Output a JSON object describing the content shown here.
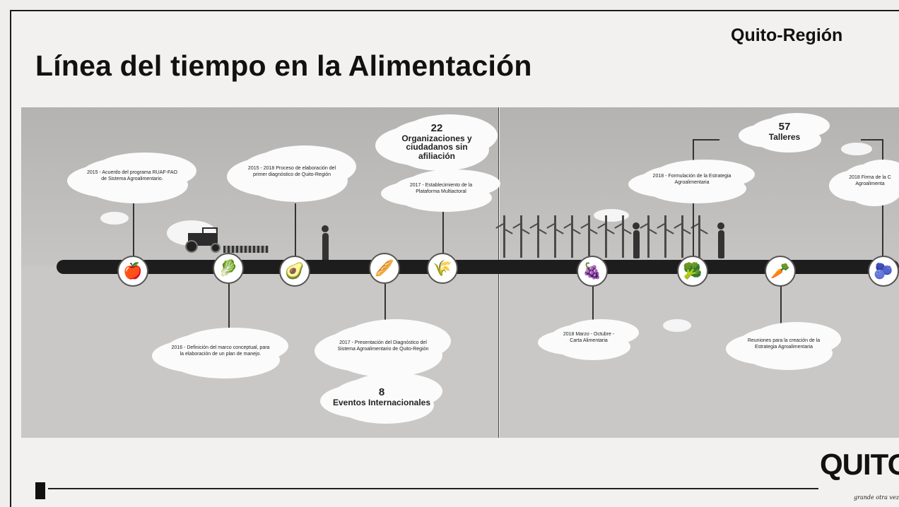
{
  "title": "Línea del tiempo en la Alimentación",
  "region": "Quito-Región",
  "events_above": [
    {
      "text": "2015 - Acuerdo del programa RUAF-FAO de Sistema Agroalimentario."
    },
    {
      "text": "2015 - 2018 Proceso de elaboración del primer diagnóstico de Quito-Región"
    },
    {
      "text": "2017 - Establecimiento de la Plataforma Multiactoral"
    },
    {
      "text": "2018 - Formulación de la Estrategia Agroalimentaria"
    },
    {
      "text": "2018 Firma de la C Agroalimenta"
    }
  ],
  "events_below": [
    {
      "text": "2016 - Definición del marco conceptual, para la elaboración de un plan de manejo."
    },
    {
      "text": "2017 - Presentación del Diagnóstico del Sistema Agroalimentario de Quito-Región"
    },
    {
      "text": "2018 Marzo - Octubre - Carta Alimentaria"
    },
    {
      "text": "Reuniones para la creación de la Estrategia Agroalimentaria"
    }
  ],
  "stats": [
    {
      "number": "22",
      "label": "Organizaciones y ciudadanos sin afiliación"
    },
    {
      "number": "8",
      "label": "Eventos Internacionales"
    },
    {
      "number": "57",
      "label": "Talleres"
    }
  ],
  "icons": [
    "apple-icon",
    "vegetables-icon",
    "avocado-icon",
    "bread-icon",
    "grain-icon",
    "fruits-icon",
    "cauliflower-icon",
    "carrot-icon",
    "berry-icon"
  ],
  "logo": {
    "text": "QUITO",
    "tagline": "grande otra vez"
  }
}
